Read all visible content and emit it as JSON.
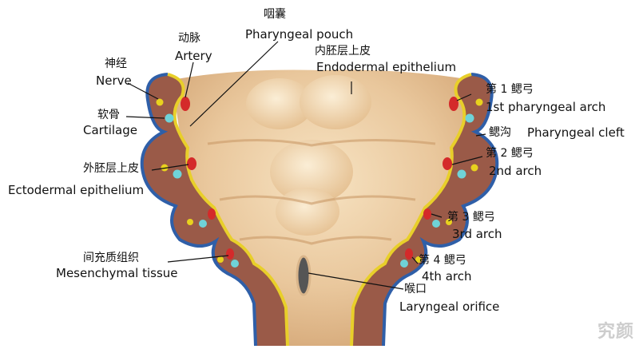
{
  "labels": {
    "pharyngeal_pouch": {
      "zh": "咽囊",
      "en": "Pharyngeal pouch"
    },
    "artery": {
      "zh": "动脉",
      "en": "Artery"
    },
    "endoderm": {
      "zh": "内胚层上皮",
      "en": "Endodermal epithelium"
    },
    "nerve": {
      "zh": "神经",
      "en": "Nerve"
    },
    "cartilage": {
      "zh": "软骨",
      "en": "Cartilage"
    },
    "ectoderm": {
      "zh": "外胚层上皮",
      "en": "Ectodermal epithelium"
    },
    "mesenchyme": {
      "zh": "间充质组织",
      "en": "Mesenchymal tissue"
    },
    "arch1": {
      "zh": "第 1 鳃弓",
      "en": "1st pharyngeal arch"
    },
    "cleft": {
      "zh": "鳃沟",
      "en": "Pharyngeal cleft"
    },
    "arch2": {
      "zh": "第 2 鳃弓",
      "en": "2nd arch"
    },
    "arch3": {
      "zh": "第 3 鳃弓",
      "en": "3rd arch"
    },
    "arch4": {
      "zh": "第 4 鳃弓",
      "en": "4th arch"
    },
    "larynx": {
      "zh": "喉口",
      "en": "Laryngeal orifice"
    }
  },
  "watermark": "究颜",
  "colors": {
    "ectoderm": "#2f5fa8",
    "endoderm": "#e8cf2a",
    "mesenchyme": "#9a5a48",
    "lumen": "#e9c9a0",
    "artery": "#d42a2a",
    "nerve": "#e8d21e",
    "cartilage": "#6fd3d8"
  }
}
